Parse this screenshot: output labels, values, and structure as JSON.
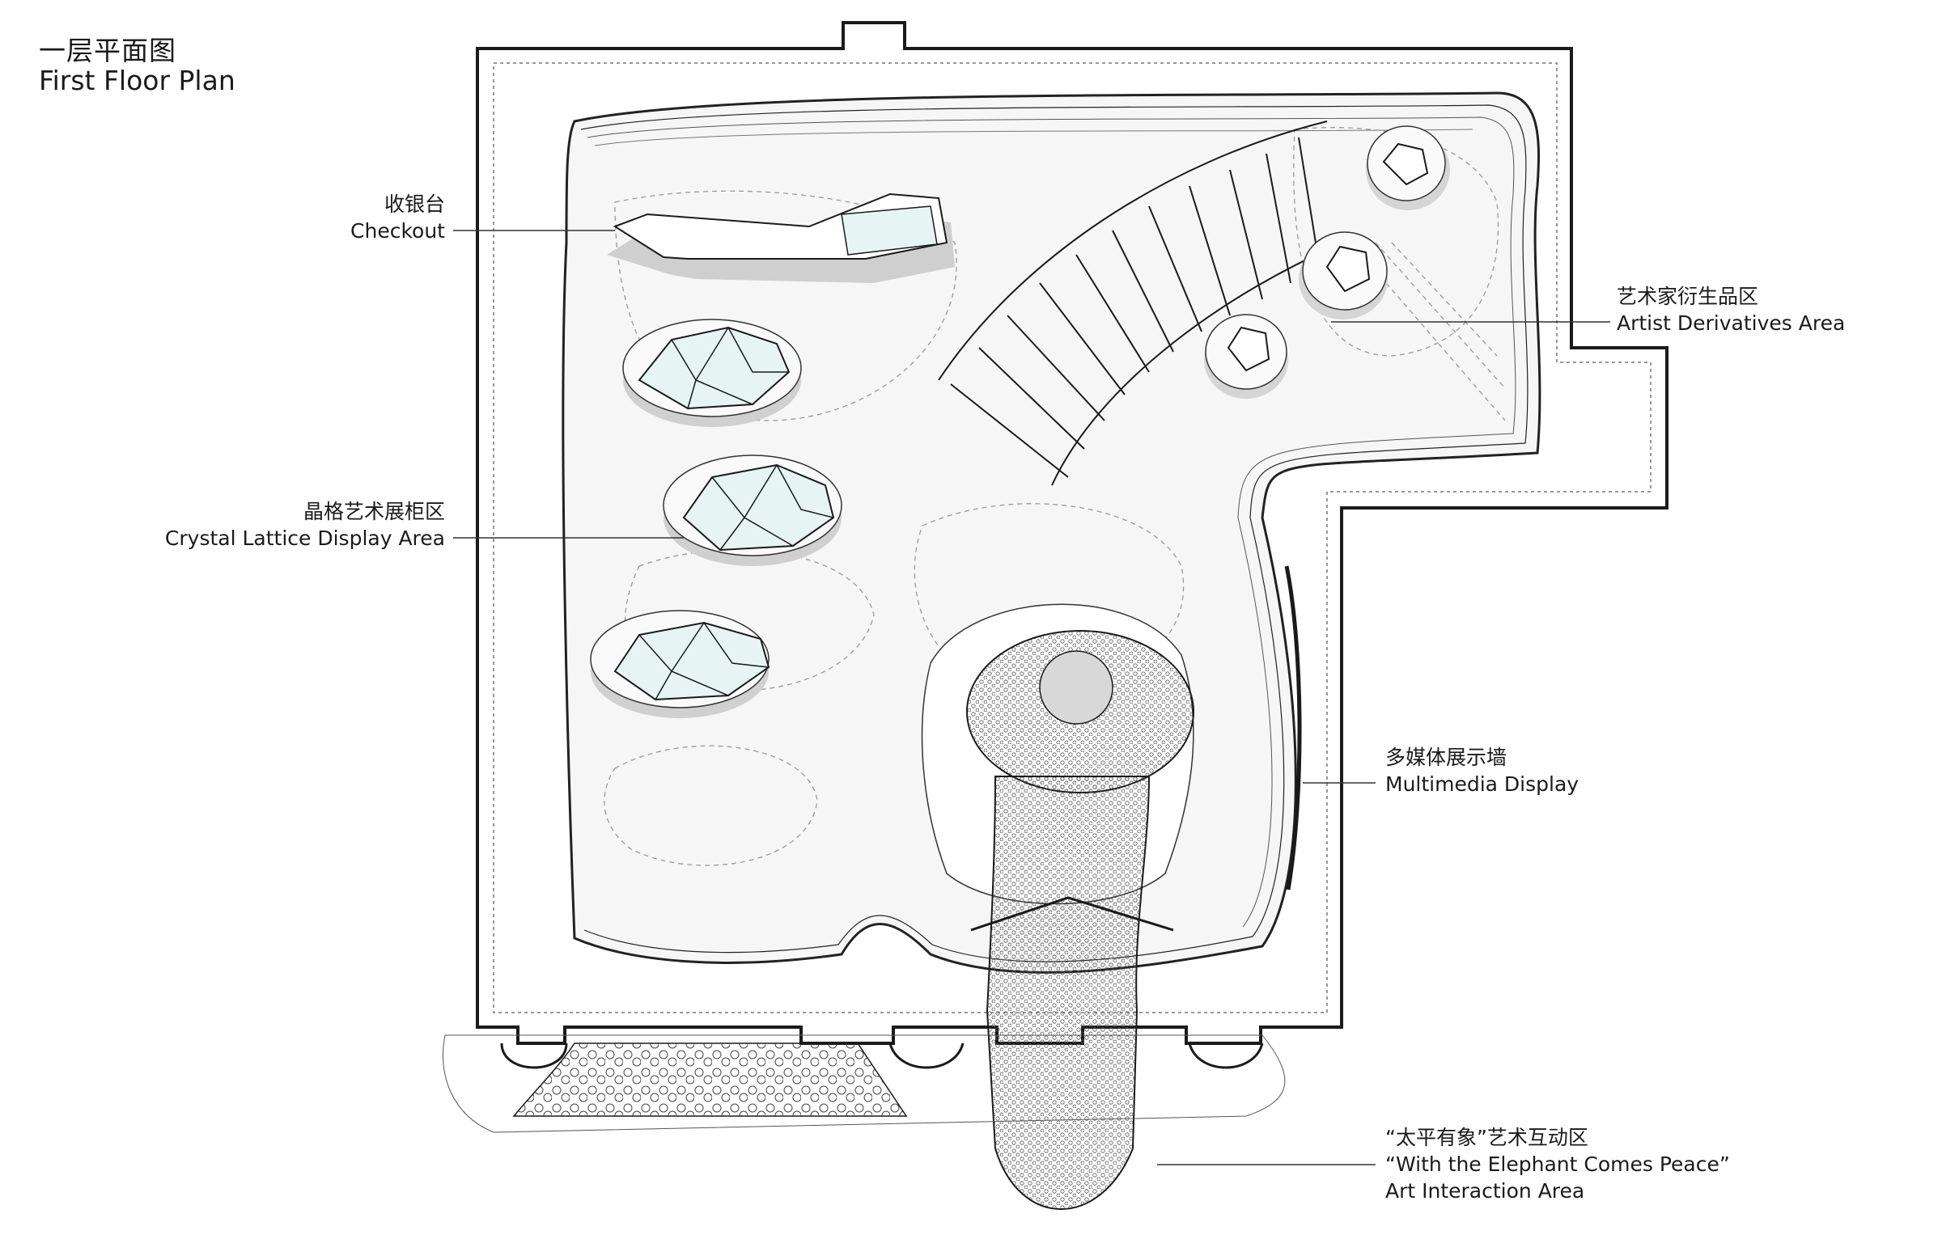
{
  "title": {
    "cn": "一层平面图",
    "en": "First Floor Plan"
  },
  "labels": {
    "checkout": {
      "cn": "收银台",
      "en": "Checkout"
    },
    "crystal": {
      "cn": "晶格艺术展柜区",
      "en": "Crystal Lattice Display Area"
    },
    "artist": {
      "cn": "艺术家衍生品区",
      "en": "Artist Derivatives Area"
    },
    "multimedia": {
      "cn": "多媒体展示墙",
      "en": "Multimedia Display"
    },
    "elephant": {
      "cn": "“太平有象”艺术互动区",
      "en1": "“With the Elephant Comes Peace”",
      "en2": "Art Interaction Area"
    }
  },
  "colors": {
    "line": "#1a1a1a",
    "shade": "#c8c8c8",
    "glass": "#e6f4f4",
    "floor": "#f4f4f4"
  }
}
